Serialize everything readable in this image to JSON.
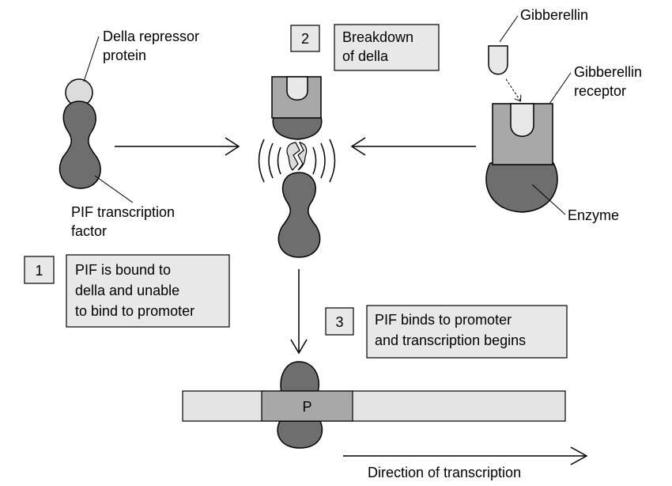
{
  "labels": {
    "della_repressor_1": "Della repressor",
    "della_repressor_2": "protein",
    "pif_tf_1": "PIF transcription",
    "pif_tf_2": "factor",
    "gibberellin": "Gibberellin",
    "gib_receptor_1": "Gibberellin",
    "gib_receptor_2": "receptor",
    "enzyme": "Enzyme",
    "promoter": "P",
    "direction": "Direction of transcription"
  },
  "steps": [
    {
      "number": "1",
      "lines": [
        "PIF is bound to",
        "della and unable",
        "to bind to promoter"
      ]
    },
    {
      "number": "2",
      "lines": [
        "Breakdown",
        "of della"
      ]
    },
    {
      "number": "3",
      "lines": [
        "PIF binds to promoter",
        "and transcription begins"
      ]
    }
  ],
  "colors": {
    "pif": "#6e6e6e",
    "della": "#dcdcdc",
    "receptor": "#a8a8a8",
    "enzyme": "#6e6e6e",
    "gibberellin": "#e8e8e8",
    "box_fill": "#e8e8e8",
    "dna_strand": "#e4e4e4",
    "promoter_fill": "#a8a8a8",
    "stroke": "#000000"
  }
}
